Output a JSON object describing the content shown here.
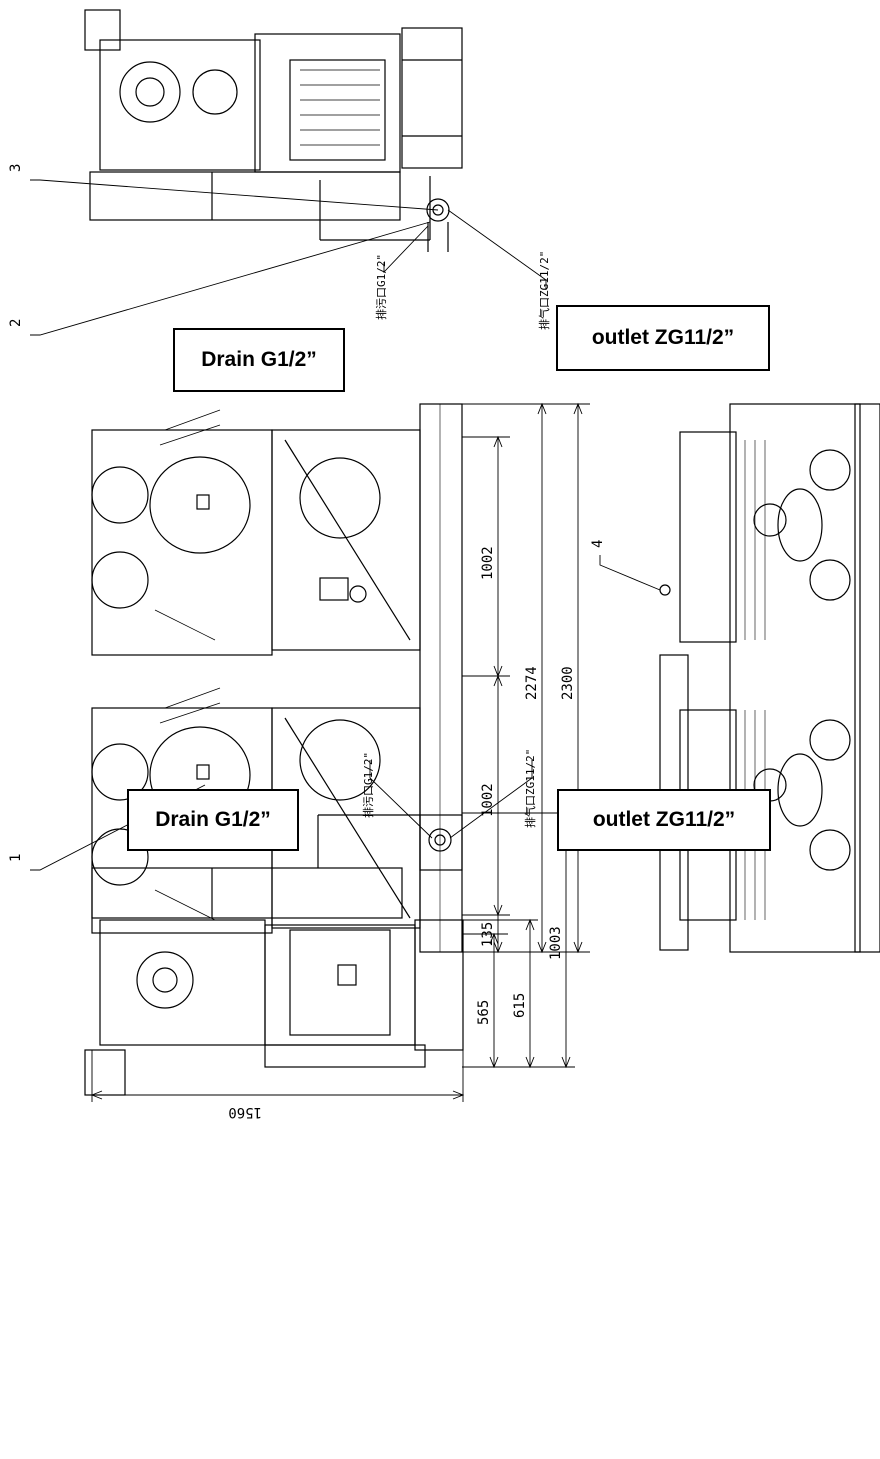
{
  "callouts": {
    "drain_top": "Drain G1/2”",
    "outlet_top": "outlet ZG11/2”",
    "drain_bottom": "Drain G1/2”",
    "outlet_bottom": "outlet ZG11/2”"
  },
  "cad_labels": {
    "drain_cn": "排污口G1/2\"",
    "outlet_cn": "排气口ZG11/2\""
  },
  "part_numbers": [
    "1",
    "2",
    "3",
    "4"
  ],
  "dimensions": {
    "d1002_upper": "1002",
    "d1002_lower": "1002",
    "d135": "135",
    "d2274": "2274",
    "d2300": "2300",
    "d565": "565",
    "d615": "615",
    "d1003": "1003",
    "d1560": "1560"
  }
}
